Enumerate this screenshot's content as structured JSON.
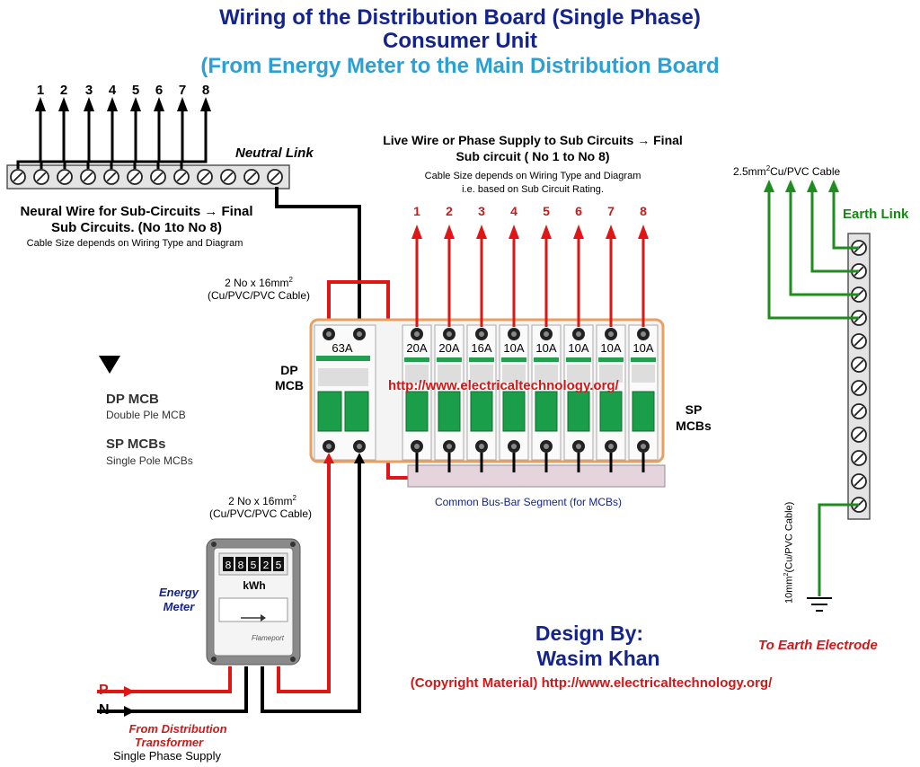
{
  "title": {
    "line1": "Wiring of the Distribution Board (Single Phase)",
    "line2": "Consumer Unit",
    "line3": "(From Energy Meter to the Main Distribution Board"
  },
  "neutral": {
    "numbers": [
      "1",
      "2",
      "3",
      "4",
      "5",
      "6",
      "7",
      "8"
    ],
    "link_label": "Neutral Link",
    "desc_line1": "Neural Wire for Sub-Circuits → Final",
    "desc_line2": "Sub Circuits. (No 1to No 8)",
    "desc_line3": "Cable Size depends on Wiring Type and Diagram"
  },
  "live": {
    "line1": "Live Wire or Phase Supply to Sub Circuits → Final",
    "line2": "Sub circuit ( No 1 to No 8)",
    "line3": "Cable Size depends on Wiring Type and Diagram",
    "line4": "i.e. based on Sub Circuit Rating.",
    "numbers": [
      "1",
      "2",
      "3",
      "4",
      "5",
      "6",
      "7",
      "8"
    ]
  },
  "earth": {
    "cable_label_pre": "2.5mm",
    "cable_label_sup": "2",
    "cable_label_post": "Cu/PVC  Cable",
    "link_label": "Earth Link",
    "vertical_cable_pre": "10mm",
    "vertical_cable_sup": "2",
    "vertical_cable_post": "(Cu/PVC Cable)",
    "electrode_label": "To Earth Electrode"
  },
  "cable_top": {
    "line1_pre": "2 No x 16mm",
    "line1_sup": "2",
    "line2": "(Cu/PVC/PVC Cable)"
  },
  "cable_bottom": {
    "line1_pre": "2 No x 16mm",
    "line1_sup": "2",
    "line2": "(Cu/PVC/PVC Cable)"
  },
  "board": {
    "dp_rating": "63A",
    "sp_ratings": [
      "20A",
      "20A",
      "16A",
      "10A",
      "10A",
      "10A",
      "10A",
      "10A"
    ],
    "dp_label_line1": "DP",
    "dp_label_line2": "MCB",
    "sp_label_line1": "SP",
    "sp_label_line2": "MCBs",
    "watermark": "http://www.electricaltechnology.org/",
    "busbar_label": "Common Bus-Bar Segment (for MCBs)"
  },
  "legend": {
    "dp_title": "DP MCB",
    "dp_sub": "Double Ple MCB",
    "sp_title": "SP MCBs",
    "sp_sub": "Single Pole MCBs"
  },
  "meter": {
    "digits": [
      "8",
      "8",
      "5",
      "2",
      "5"
    ],
    "unit": "kWh",
    "brand": "Flameport",
    "label_line1": "Energy",
    "label_line2": "Meter"
  },
  "supply": {
    "p_label": "P",
    "n_label": "N",
    "from_line1": "From Distribution",
    "from_line2": "Transformer",
    "from_line3": "Single Phase Supply"
  },
  "credit": {
    "design_by": "Design By:",
    "author": "Wasim Khan",
    "copyright": "(Copyright Material) http://www.electricaltechnology.org/"
  },
  "colors": {
    "live": "#e01616",
    "neutral": "#000000",
    "earth": "#1e8c1e",
    "mcb_green": "#1a9e4a",
    "board_border": "#e8a060",
    "title_blue": "#14248c",
    "subtitle_blue": "#2aa0d6"
  }
}
